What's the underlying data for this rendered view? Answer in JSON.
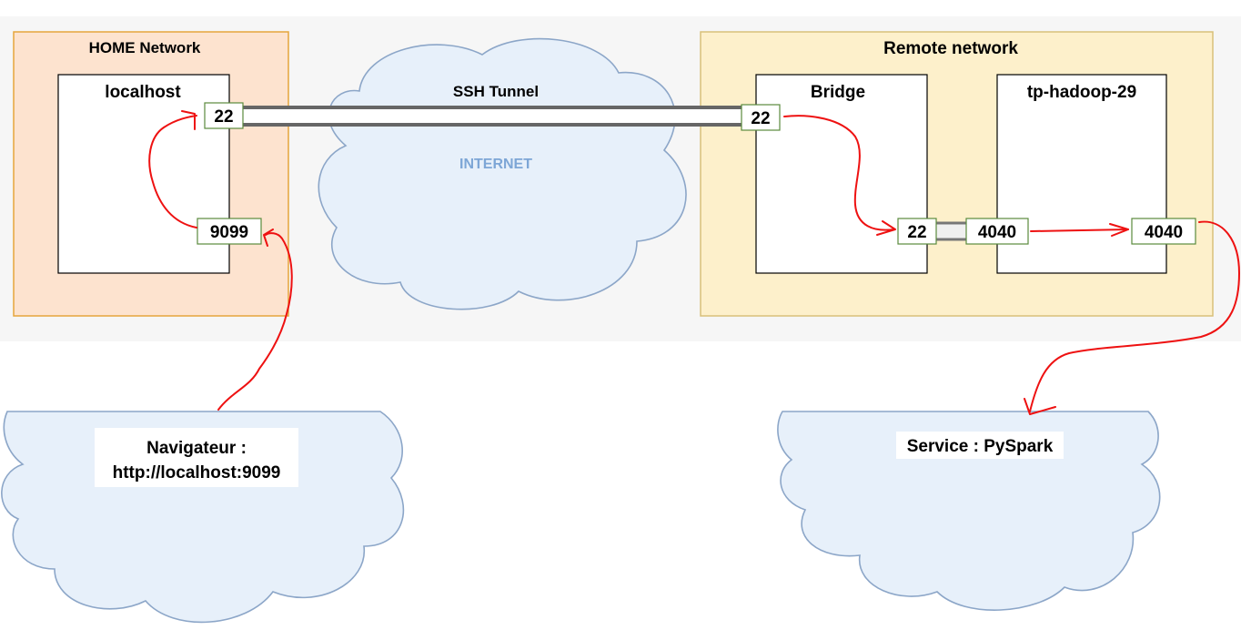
{
  "home_network": {
    "title": "HOME Network"
  },
  "remote_network": {
    "title": "Remote network"
  },
  "localhost": {
    "title": "localhost",
    "ports": [
      "22",
      "9099"
    ]
  },
  "bridge": {
    "title": "Bridge",
    "ports": [
      "22",
      "22"
    ]
  },
  "hadoop": {
    "title": "tp-hadoop-29",
    "ports": [
      "4040",
      "4040"
    ]
  },
  "internet": {
    "tunnel_label": "SSH Tunnel",
    "label": "INTERNET"
  },
  "browser": {
    "line1": "Navigateur :",
    "line2": "http://localhost:9099"
  },
  "service": {
    "label": "Service : PySpark"
  },
  "colors": {
    "home_fill": "#fde3cf",
    "home_border": "#e5a53c",
    "remote_fill": "#fdf0cb",
    "remote_border": "#d8c07a",
    "cloud_fill": "#e7f0fa",
    "cloud_border": "#8ca6c8",
    "internet_text": "#7da6d6",
    "arrow": "#ee1111",
    "port_border": "#5a8a3c",
    "backdrop": "#f6f6f6"
  }
}
